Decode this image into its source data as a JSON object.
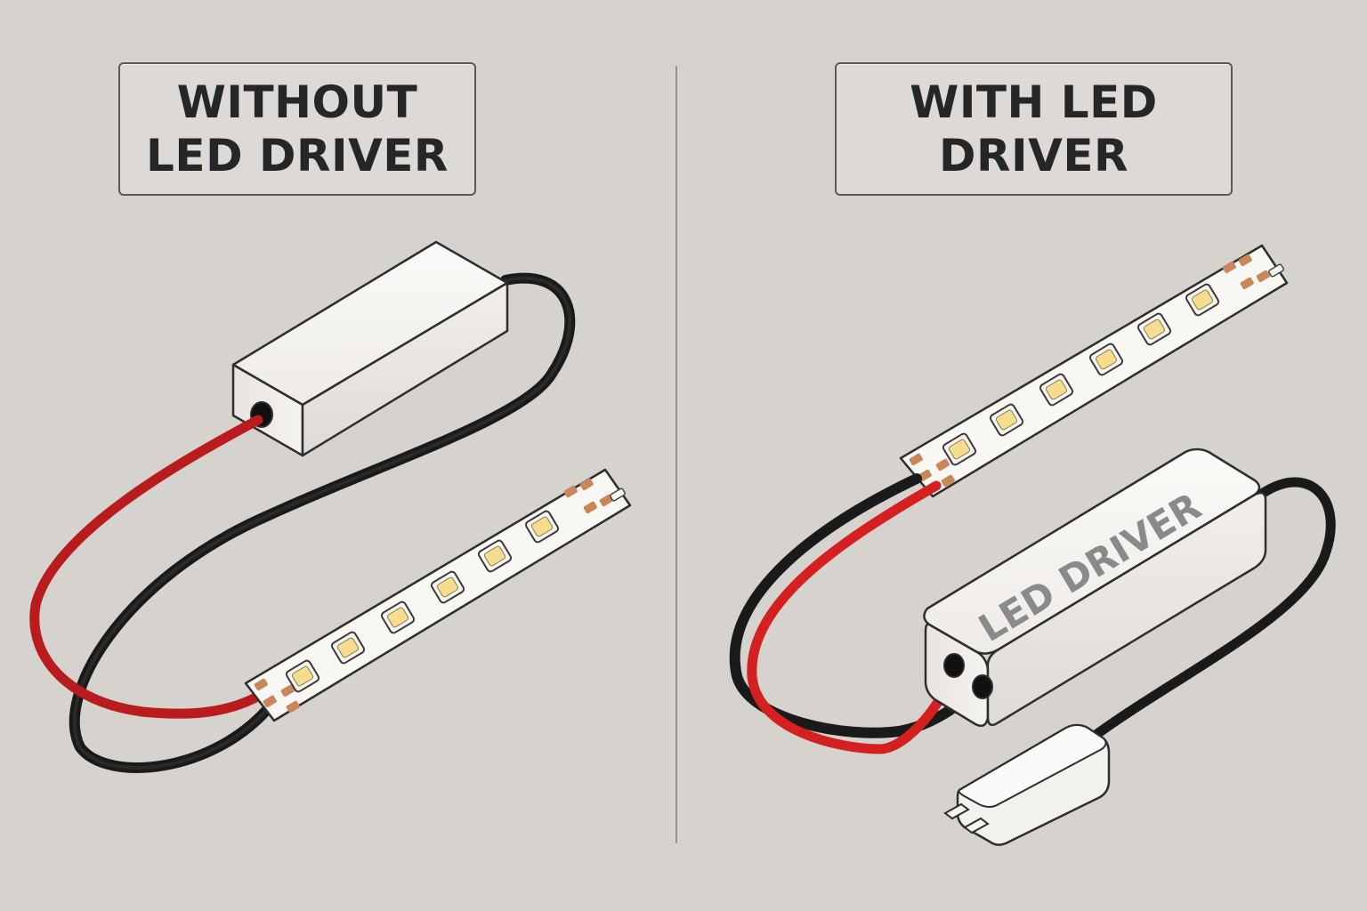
{
  "panels": {
    "left": {
      "title_line1": "WITHOUT",
      "title_line2": "LED DRIVER"
    },
    "right": {
      "title_line1": "WITH LED",
      "title_line2": "DRIVER",
      "driver_label": "LED DRIVER"
    }
  },
  "colors": {
    "background": "#d6d2ce",
    "wire_positive": "#d42020",
    "wire_negative": "#222222",
    "led_chip": "#f6dc8e",
    "copper_pad": "#c8875a",
    "housing": "#f3f1ee",
    "driver_label": "#8a8a8a"
  },
  "icons": {
    "left_power_unit": "power-adapter-box",
    "right_power_unit": "led-driver-box",
    "plug": "power-plug-icon"
  }
}
